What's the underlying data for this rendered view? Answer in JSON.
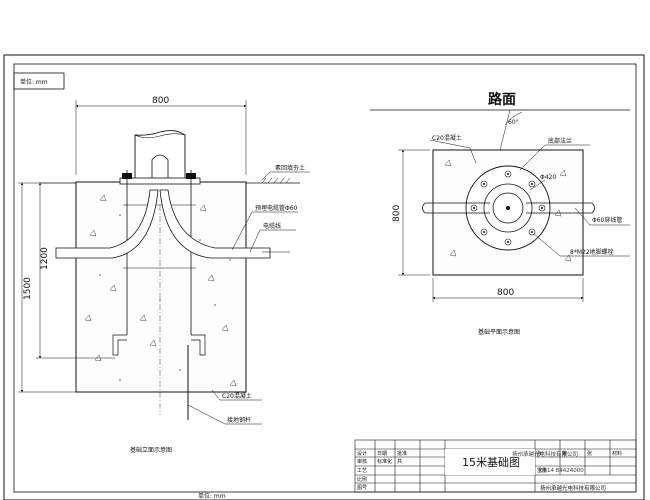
{
  "drawing": {
    "unit_label": "单位: mm",
    "unit_label_bottom": "单位: mm",
    "section_view": {
      "caption": "基础立面示意图",
      "dim_width": "800",
      "dim_height_1200": "1200",
      "dim_height_1500": "1500",
      "labels": {
        "backfill": "素回填夯土",
        "conduit": "预埋电缆管Φ60",
        "cable": "电缆线",
        "concrete": "C20混凝土",
        "ground_rod": "接地钢杆"
      }
    },
    "plan_view": {
      "road_label": "路面",
      "angle_label": "60°",
      "caption": "基础平面示意图",
      "dim_width": "800",
      "dim_height": "800",
      "labels": {
        "concrete": "C20混凝土",
        "base_flange": "底部法兰",
        "diameter": "Φ420",
        "conduit": "Φ60穿线管",
        "bolts": "8*M22地脚螺栓"
      }
    },
    "title_block": {
      "drawing_title": "15米基础图",
      "company": "扬州承越光电科技有限公司",
      "watermark_company": "扬州承越光电科技有限公司",
      "phone": "0514 84424000",
      "cells": [
        "设计",
        "审核",
        "工艺",
        "比例",
        "图号",
        "日期",
        "标准化",
        "批准",
        "共",
        "张",
        "第",
        "张",
        "材料",
        "重量"
      ]
    }
  }
}
